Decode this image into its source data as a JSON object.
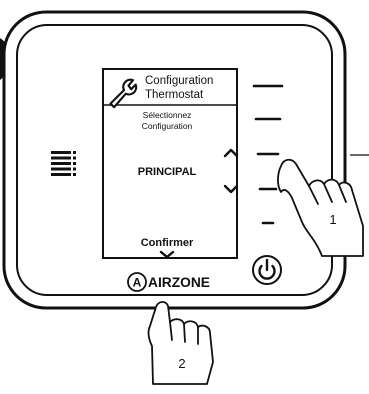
{
  "screen": {
    "header_line1": "Configuration",
    "header_line2": "Thermostat",
    "prompt_line1": "Sélectionnez",
    "prompt_line2": "Configuration",
    "value": "PRINCIPAL",
    "confirm_label": "Confirmer"
  },
  "brand": "AIRZONE",
  "step_labels": {
    "first": "1",
    "second": "2"
  },
  "colors": {
    "stroke": "#111111",
    "background": "#ffffff"
  },
  "icons": [
    "wrench-icon",
    "chevron-up-icon",
    "chevron-down-icon",
    "menu-icon",
    "power-icon",
    "pointing-hand-icon"
  ]
}
